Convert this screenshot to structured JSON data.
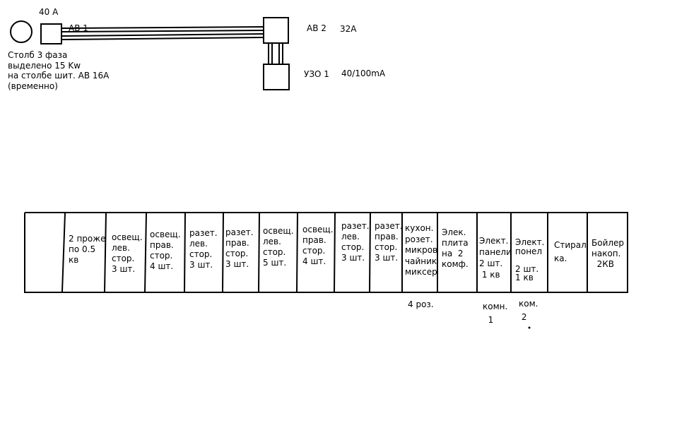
{
  "top": {
    "breaker1_rating": "40 A",
    "breaker1_name": "АВ 1",
    "pole_note": "Столб 3 фаза\nвыделено 15 Kw\nна столбе шит. АВ 16А\n(временно)",
    "breaker2_name": "АВ 2",
    "breaker2_rating": "32А",
    "rcd_name": "УЗО 1",
    "rcd_rating": "40/100mA"
  },
  "panel": {
    "cells": [
      "",
      "2 проже\nпо 0.5\nкв",
      "освещ.\nлев.\nстор.\n3 шт.",
      "освещ.\nправ.\nстор.\n4 шт.",
      "разет.\nлев.\nстор.\n3 шт.",
      "разет.\nправ.\nстор.\n3 шт.",
      "освещ.\nлев.\nстор.\n5 шт.",
      "освещ.\nправ.\nстор.\n4 шт.",
      "разет.\nлев.\nстор.\n3 шт.",
      "разет.\nправ.\nстор.\n3 шт.",
      "кухон.\nрозет.\nмикров\nчайник\nмиксер",
      "Элек.\nплита\nна  2\nкомф.",
      "Элект.\nпанели\n2 шт.\n 1 кв",
      "Элект.\nпонел\n\n2 шт.\n1 кв",
      "Стирал\nка.",
      "Бойлер\nнакоп.\n  2КВ"
    ],
    "notes": {
      "kitchen": "4 роз.",
      "room1": "комн.\n  1",
      "room2": "ком.\n 2"
    }
  }
}
